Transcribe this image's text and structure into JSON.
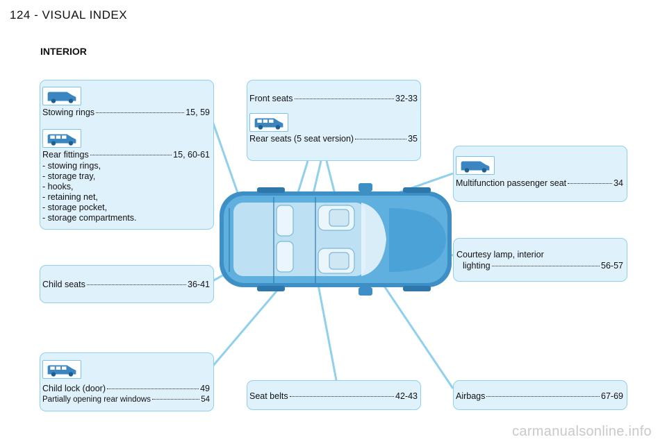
{
  "header": {
    "page_number": "124",
    "separator": "-",
    "title": "VISUAL INDEX"
  },
  "section_title": "INTERIOR",
  "entries": {
    "stowing": {
      "label": "Stowing rings",
      "page": "15, 59"
    },
    "rear_fittings": {
      "label": "Rear fittings",
      "page": "15, 60-61",
      "items": [
        "-  stowing rings,",
        "-  storage tray,",
        "-  hooks,",
        "-  retaining net,",
        "-  storage pocket,",
        "-  storage compartments."
      ]
    },
    "child_seats": {
      "label": "Child seats",
      "page": "36-41"
    },
    "child_lock": {
      "label": "Child lock (door)",
      "page": "49"
    },
    "partial_windows": {
      "label": "Partially opening rear windows",
      "page": "54"
    },
    "front_seats": {
      "label": "Front seats",
      "page": "32-33"
    },
    "rear_seats": {
      "label": "Rear seats (5 seat version)",
      "page": "35"
    },
    "multifunction": {
      "label": "Multifunction passenger seat",
      "page": "34"
    },
    "courtesy": {
      "label_line1": "Courtesy lamp, interior",
      "label_line2": "lighting",
      "page": "56-57"
    },
    "seat_belts": {
      "label": "Seat belts",
      "page": "42-43"
    },
    "airbags": {
      "label": "Airbags",
      "page": "67-69"
    }
  },
  "icons": [
    "van-icon",
    "van-windows-icon"
  ],
  "colors": {
    "box_fill": "#dff1fb",
    "box_border": "#8fd0ef",
    "car_blue": "#4a9fd0",
    "leader_line": "#8fd0ef"
  },
  "watermark": "carmanualsonline.info"
}
